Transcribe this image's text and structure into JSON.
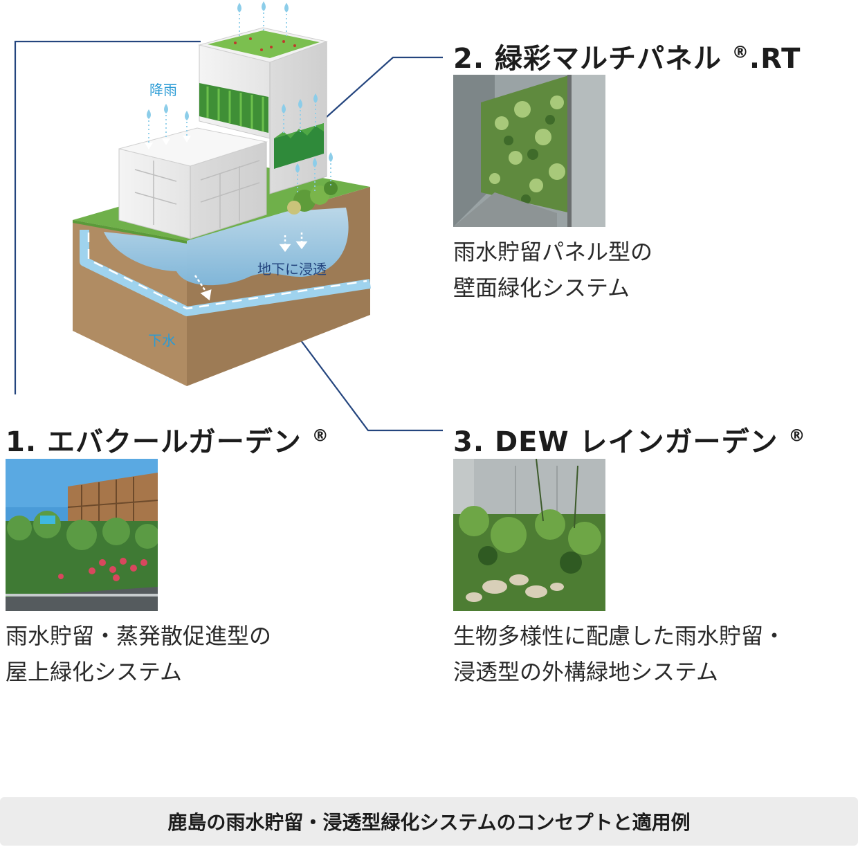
{
  "diagram": {
    "label_rain": "降雨",
    "label_infiltration": "地下に浸透",
    "label_sewer": "下水"
  },
  "systems": [
    {
      "title": "1. エバクールガーデン",
      "mark": "®",
      "description_lines": [
        "雨水貯留・蒸発散促進型の",
        "屋上緑化システム"
      ]
    },
    {
      "title": "2. 緑彩マルチパネル",
      "mark": "®",
      "suffix": ".RT",
      "description_lines": [
        "雨水貯留パネル型の",
        "壁面緑化システム"
      ]
    },
    {
      "title": "3. DEW レインガーデン",
      "mark": "®",
      "description_lines": [
        "生物多様性に配慮した雨水貯留・",
        "浸透型の外構緑地システム"
      ]
    }
  ],
  "caption": "鹿島の雨水貯留・浸透型緑化システムのコンセプトと適用例",
  "colors": {
    "leader_line": "#24457e",
    "rain_label": "#2a9bd5",
    "infiltration_label": "#24457e",
    "soil": "#b08c63",
    "grass": "#6fb04a",
    "water": "#8fc7e6"
  }
}
